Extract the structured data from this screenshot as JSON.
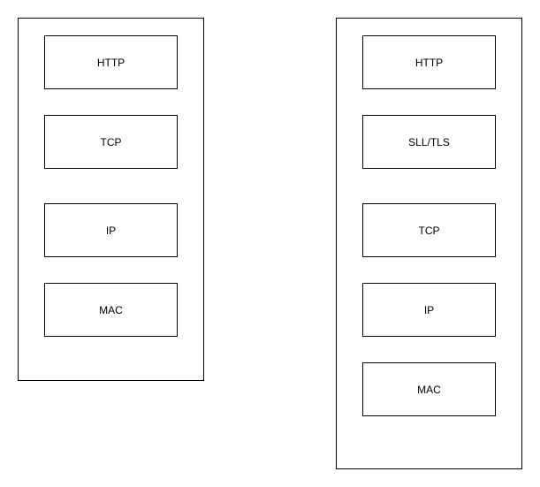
{
  "diagram": {
    "left_stack": {
      "layers": [
        "HTTP",
        "TCP",
        "IP",
        "MAC"
      ]
    },
    "right_stack": {
      "layers": [
        "HTTP",
        "SLL/TLS",
        "TCP",
        "IP",
        "MAC"
      ]
    }
  }
}
